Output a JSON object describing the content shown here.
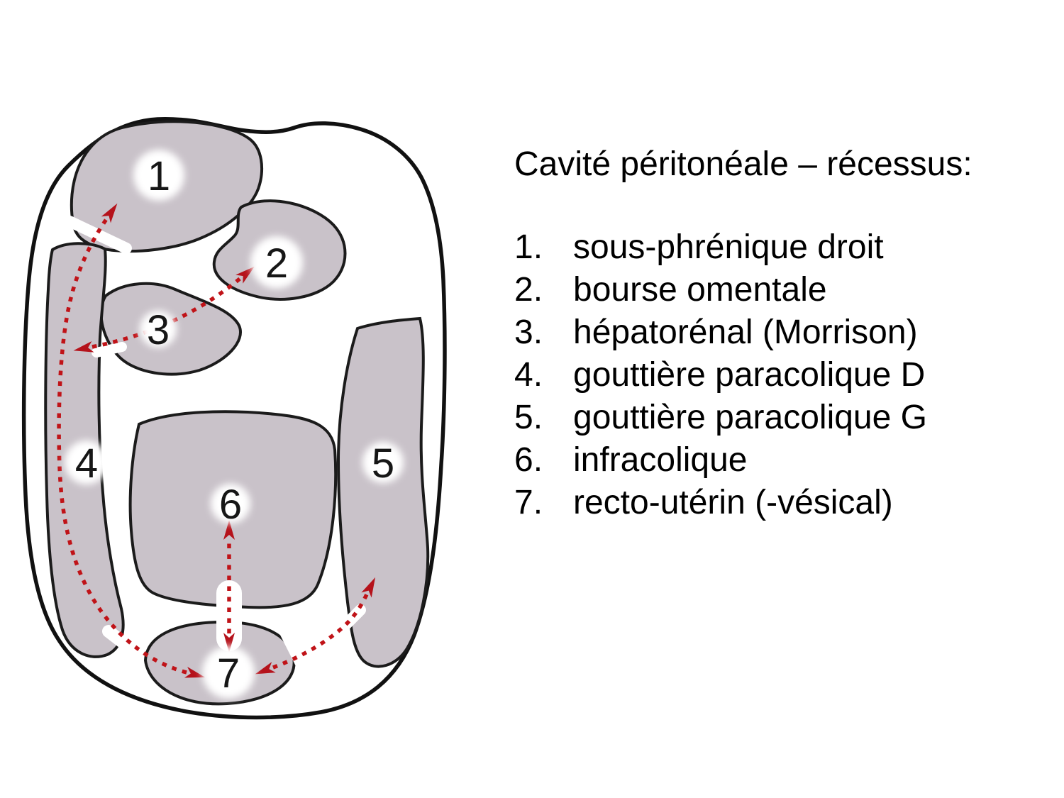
{
  "title": "Cavité péritonéale – récessus:",
  "list": {
    "items": [
      {
        "num": "1.",
        "label": "sous-phrénique droit"
      },
      {
        "num": "2.",
        "label": "bourse omentale"
      },
      {
        "num": "3.",
        "label": "hépatorénal (Morrison)"
      },
      {
        "num": "4.",
        "label": "gouttière paracolique D"
      },
      {
        "num": "5.",
        "label": "gouttière paracolique G"
      },
      {
        "num": "6.",
        "label": "infracolique"
      },
      {
        "num": "7.",
        "label": "recto-utérin (-vésical)"
      }
    ]
  },
  "diagram": {
    "region_labels": [
      "1",
      "2",
      "3",
      "4",
      "5",
      "6",
      "7"
    ],
    "arrows": [
      {
        "between": [
          "1",
          "7"
        ],
        "double_headed": true,
        "note": "le long de la gouttière 4"
      },
      {
        "between": [
          "4",
          "2"
        ],
        "double_headed": true,
        "note": "via récessus 3"
      },
      {
        "between": [
          "6",
          "7"
        ],
        "double_headed": true
      },
      {
        "between": [
          "7",
          "5"
        ],
        "double_headed": true
      }
    ],
    "colors": {
      "region_fill": "#c9c2c9",
      "region_outline": "#1b1b1b",
      "body_outline": "#111111",
      "arrow": "#c01318",
      "label_circle": "#ffffff",
      "text": "#000000",
      "background": "#ffffff"
    }
  }
}
